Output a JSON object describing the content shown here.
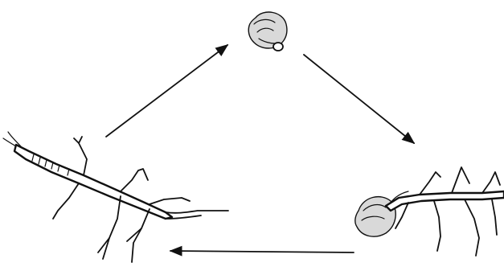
{
  "diagram": {
    "stages": [
      {
        "id": "egg",
        "icon": "egg-icon"
      },
      {
        "id": "nymph-hatching",
        "icon": "hatching-stick-insect-icon"
      },
      {
        "id": "adult",
        "icon": "adult-stick-insect-icon"
      }
    ],
    "arrows": [
      {
        "from": "adult",
        "to": "egg"
      },
      {
        "from": "egg",
        "to": "nymph-hatching"
      },
      {
        "from": "nymph-hatching",
        "to": "adult"
      }
    ],
    "colors": {
      "ink": "#111111",
      "background": "#ffffff"
    }
  }
}
